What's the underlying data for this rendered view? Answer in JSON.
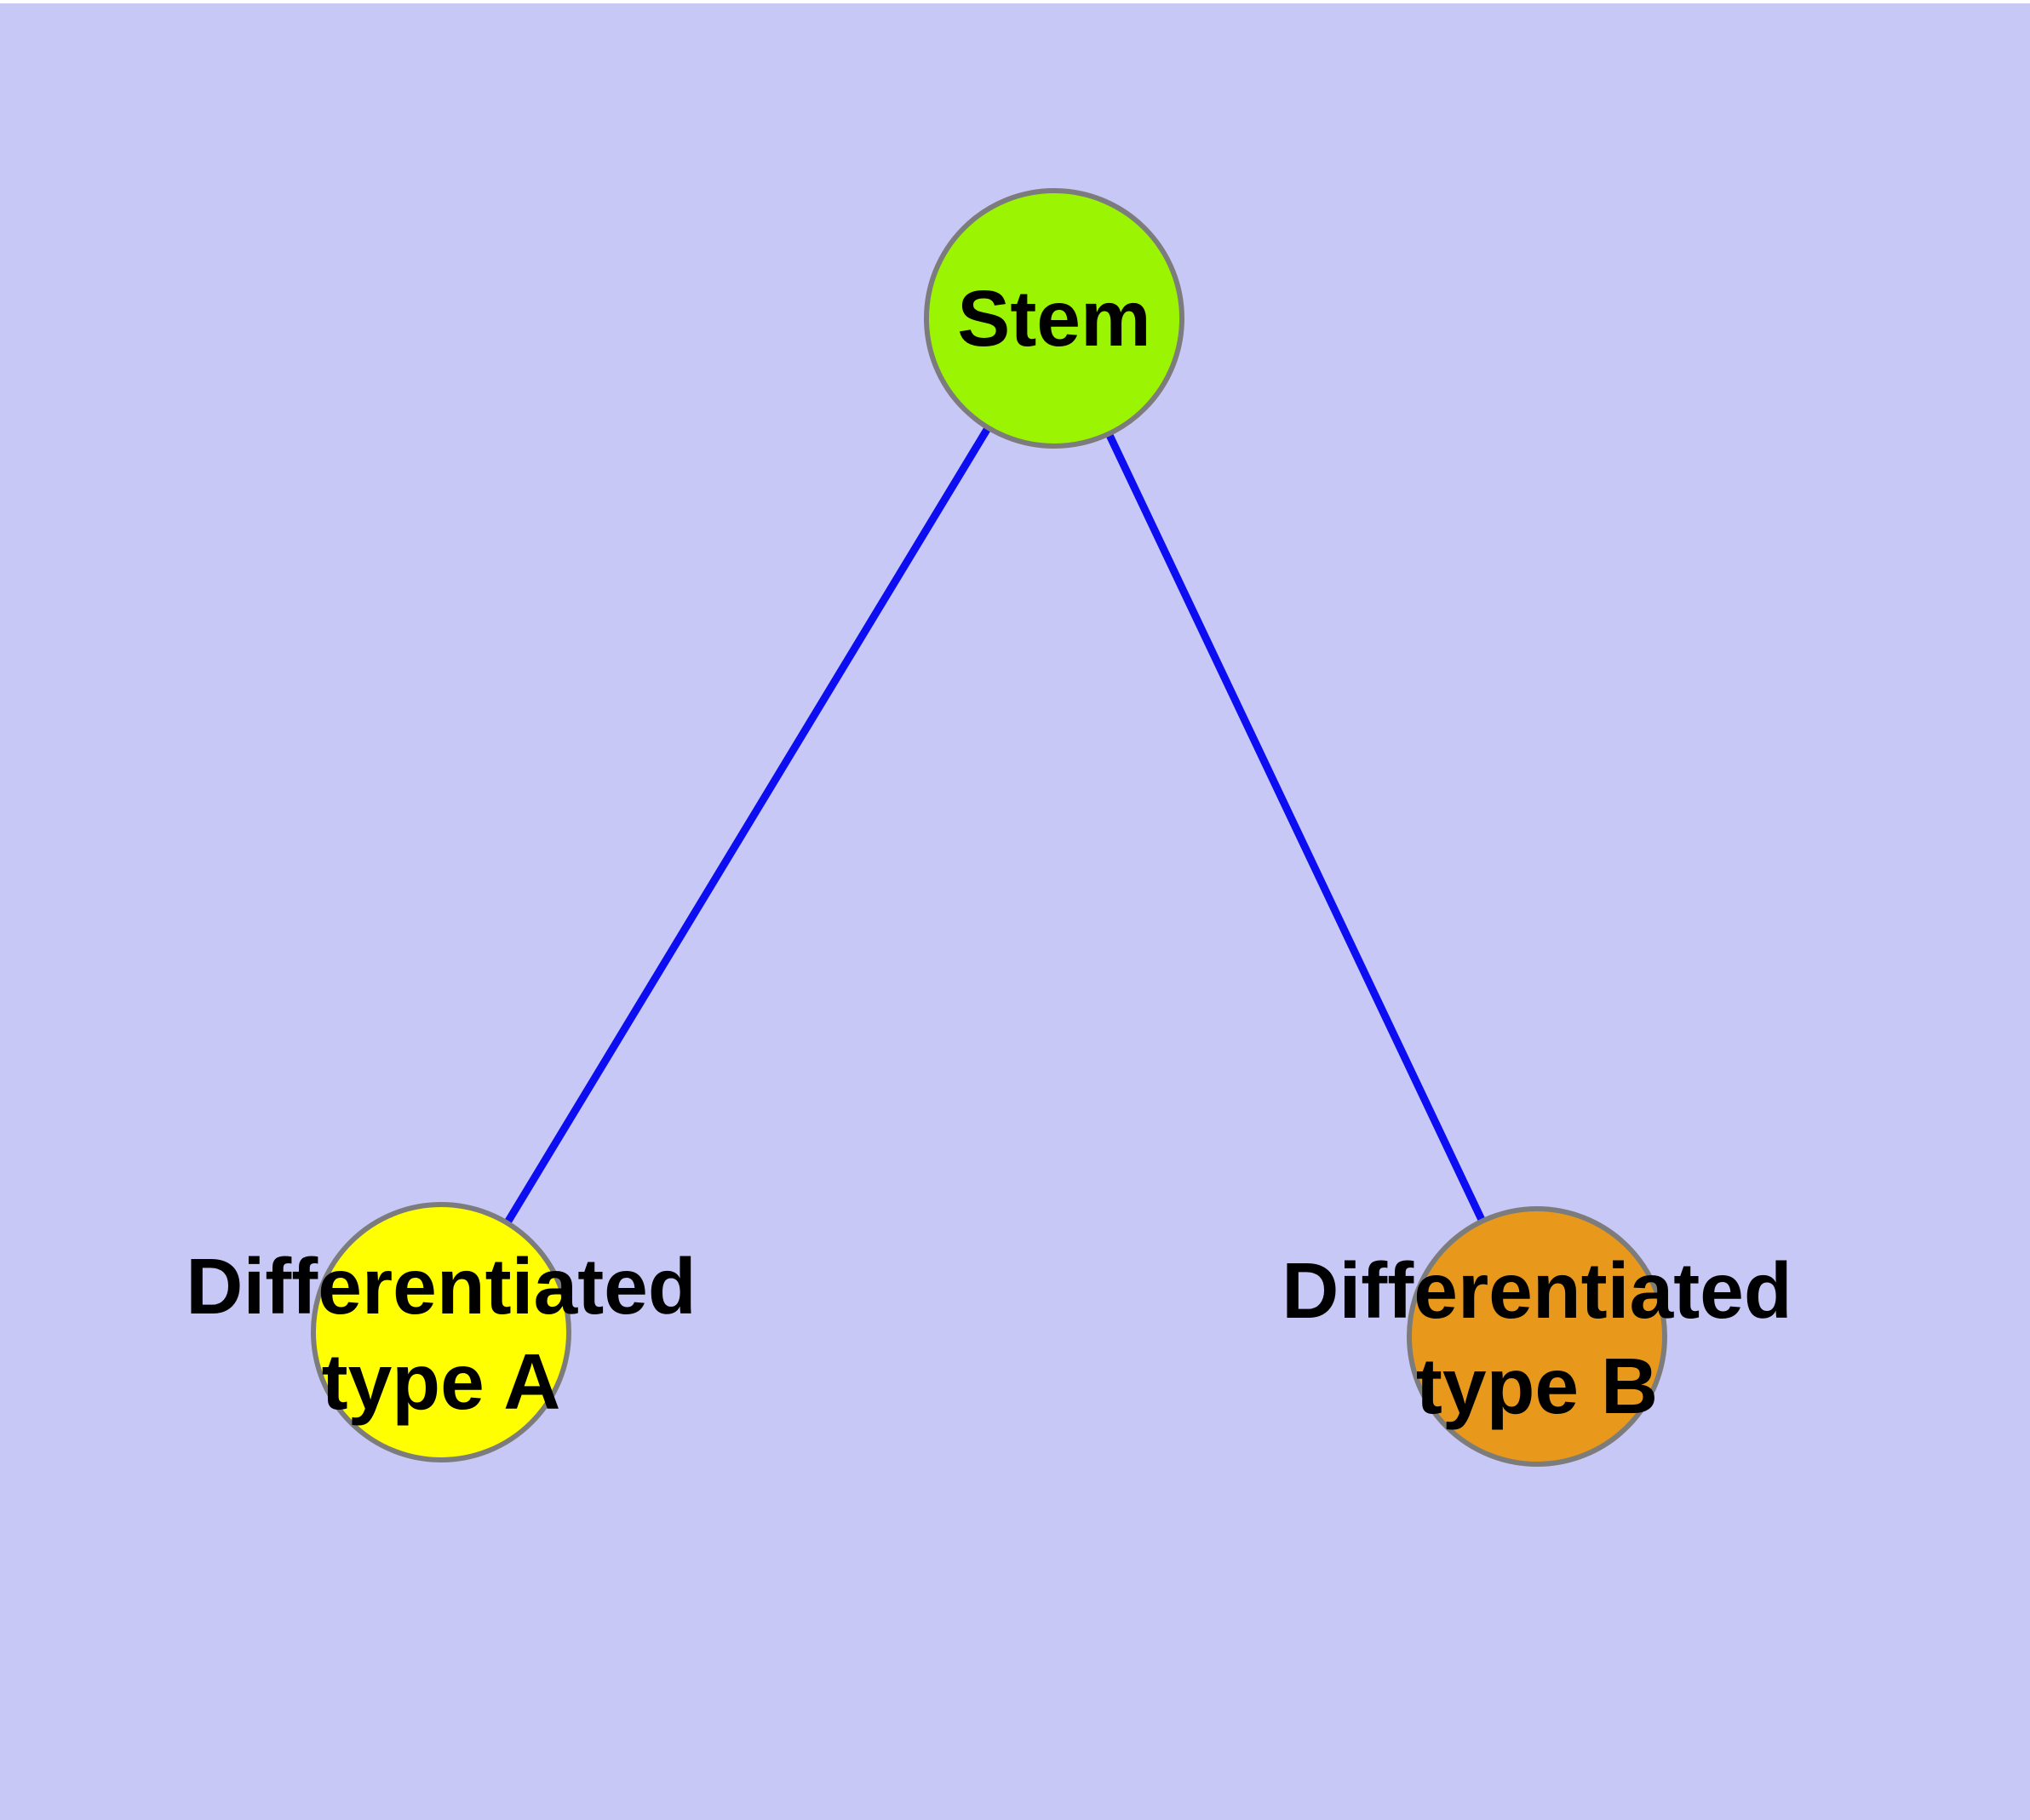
{
  "diagram": {
    "type": "graph",
    "background_color": "#C8C8F6",
    "edge_color": "#0D0DF2",
    "node_border_color": "#7C7C7C",
    "label_color": "#000000",
    "nodes": [
      {
        "id": "stem",
        "label": "Stem",
        "fill": "#9BF502"
      },
      {
        "id": "diff-a",
        "label_line1": "Differentiated",
        "label_line2": "type A",
        "fill": "#FFFF00"
      },
      {
        "id": "diff-b",
        "label_line1": "Differentiated",
        "label_line2": "type B",
        "fill": "#E8991C"
      }
    ],
    "edges": [
      {
        "from": "stem",
        "to": "diff-a"
      },
      {
        "from": "stem",
        "to": "diff-b"
      }
    ]
  }
}
